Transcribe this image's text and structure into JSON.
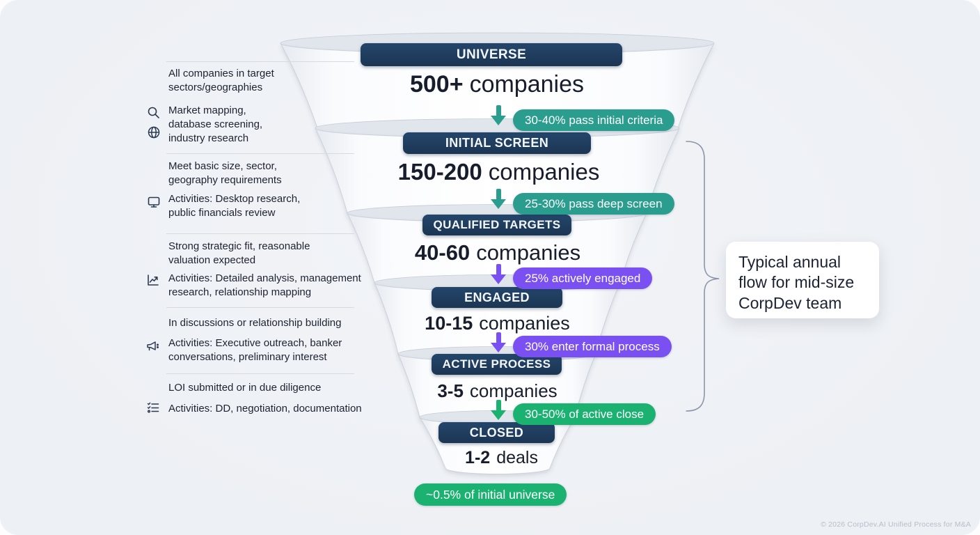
{
  "funnel": {
    "stages": [
      {
        "label": "UNIVERSE",
        "count": "500+",
        "unit": "companies"
      },
      {
        "label": "INITIAL SCREEN",
        "count": "150-200",
        "unit": "companies"
      },
      {
        "label": "QUALIFIED TARGETS",
        "count": "40-60",
        "unit": "companies"
      },
      {
        "label": "ENGAGED",
        "count": "10-15",
        "unit": "companies"
      },
      {
        "label": "ACTIVE PROCESS",
        "count": "3-5",
        "unit": "companies"
      },
      {
        "label": "CLOSED",
        "count": "1-2",
        "unit": "deals"
      }
    ],
    "transitions": [
      {
        "label": "30-40% pass initial criteria",
        "color": "#2a9d8f"
      },
      {
        "label": "25-30% pass deep screen",
        "color": "#2a9d8f"
      },
      {
        "label": "25% actively engaged",
        "color": "#7b50f2"
      },
      {
        "label": "30% enter formal process",
        "color": "#7b50f2"
      },
      {
        "label": "30-50% of active close",
        "color": "#1bb271"
      }
    ],
    "outcome_badge": {
      "label": "~0.5% of initial universe",
      "color": "#1bb271"
    }
  },
  "annotations": [
    {
      "description": "All companies in target sectors/geographies",
      "activities": "Market mapping, database screening, industry research",
      "icons": [
        "magnifier-icon",
        "globe-icon"
      ]
    },
    {
      "description": "Meet basic size, sector, geography requirements",
      "activities": "Activities: Desktop research, public financials review",
      "icons": [
        "monitor-icon"
      ]
    },
    {
      "description": "Strong strategic fit, reasonable valuation expected",
      "activities": "Activities: Detailed analysis, management research, relationship mapping",
      "icons": [
        "trend-chart-icon"
      ]
    },
    {
      "description": "In discussions or relationship building",
      "activities": "Activities: Executive outreach, banker conversations, preliminary interest",
      "icons": [
        "megaphone-icon"
      ]
    },
    {
      "description": "LOI submitted or in due diligence",
      "activities": "Activities: DD, negotiation, documentation",
      "icons": [
        "checklist-icon"
      ]
    }
  ],
  "callout": {
    "text": "Typical annual flow for mid-size CorpDev team"
  },
  "footer": {
    "copyright": "© 2026 CorpDev.AI Unified Process for M&A"
  },
  "colors": {
    "navy": "#1e3a5a",
    "teal": "#2a9d8f",
    "purple": "#7b50f2",
    "green": "#1bb271",
    "background": "#eef1f5",
    "bracket": "#8a96aa"
  }
}
